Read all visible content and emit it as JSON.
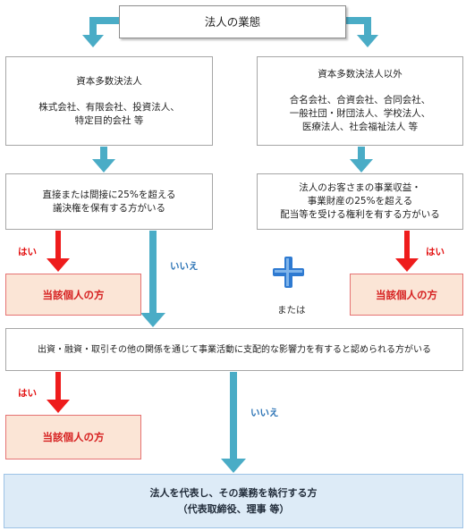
{
  "title": "法人の業態",
  "left_type": {
    "heading": "資本多数決法人",
    "examples": [
      "株式会社、有限会社、投資法人、",
      "特定目的会社 等"
    ]
  },
  "right_type": {
    "heading": "資本多数決法人以外",
    "examples": [
      "合名会社、合資会社、合同会社、",
      "一般社団・財団法人、学校法人、",
      "医療法人、社会福祉法人 等"
    ]
  },
  "left_condition": [
    "直接または間接に25%を超える",
    "議決権を保有する方がいる"
  ],
  "right_condition": [
    "法人のお客さまの事業収益・",
    "事業財産の25%を超える",
    "配当等を受ける権利を有する方がいる"
  ],
  "influence_condition": "出資・融資・取引その他の関係を通じて事業活動に支配的な影響力を有すると認められる方がいる",
  "labels": {
    "yes": "はい",
    "no": "いいえ",
    "or": "または"
  },
  "person": "当該個人の方",
  "final": [
    "法人を代表し、その業務を執行する方",
    "（代表取締役、理事 等）"
  ],
  "colors": {
    "arrow_blue": "#4aacc6",
    "arrow_red": "#ee1c1c",
    "person_fill": "#fbe5d6",
    "final_fill": "#ddebf7",
    "plus_blue": "#2e7ad1"
  }
}
